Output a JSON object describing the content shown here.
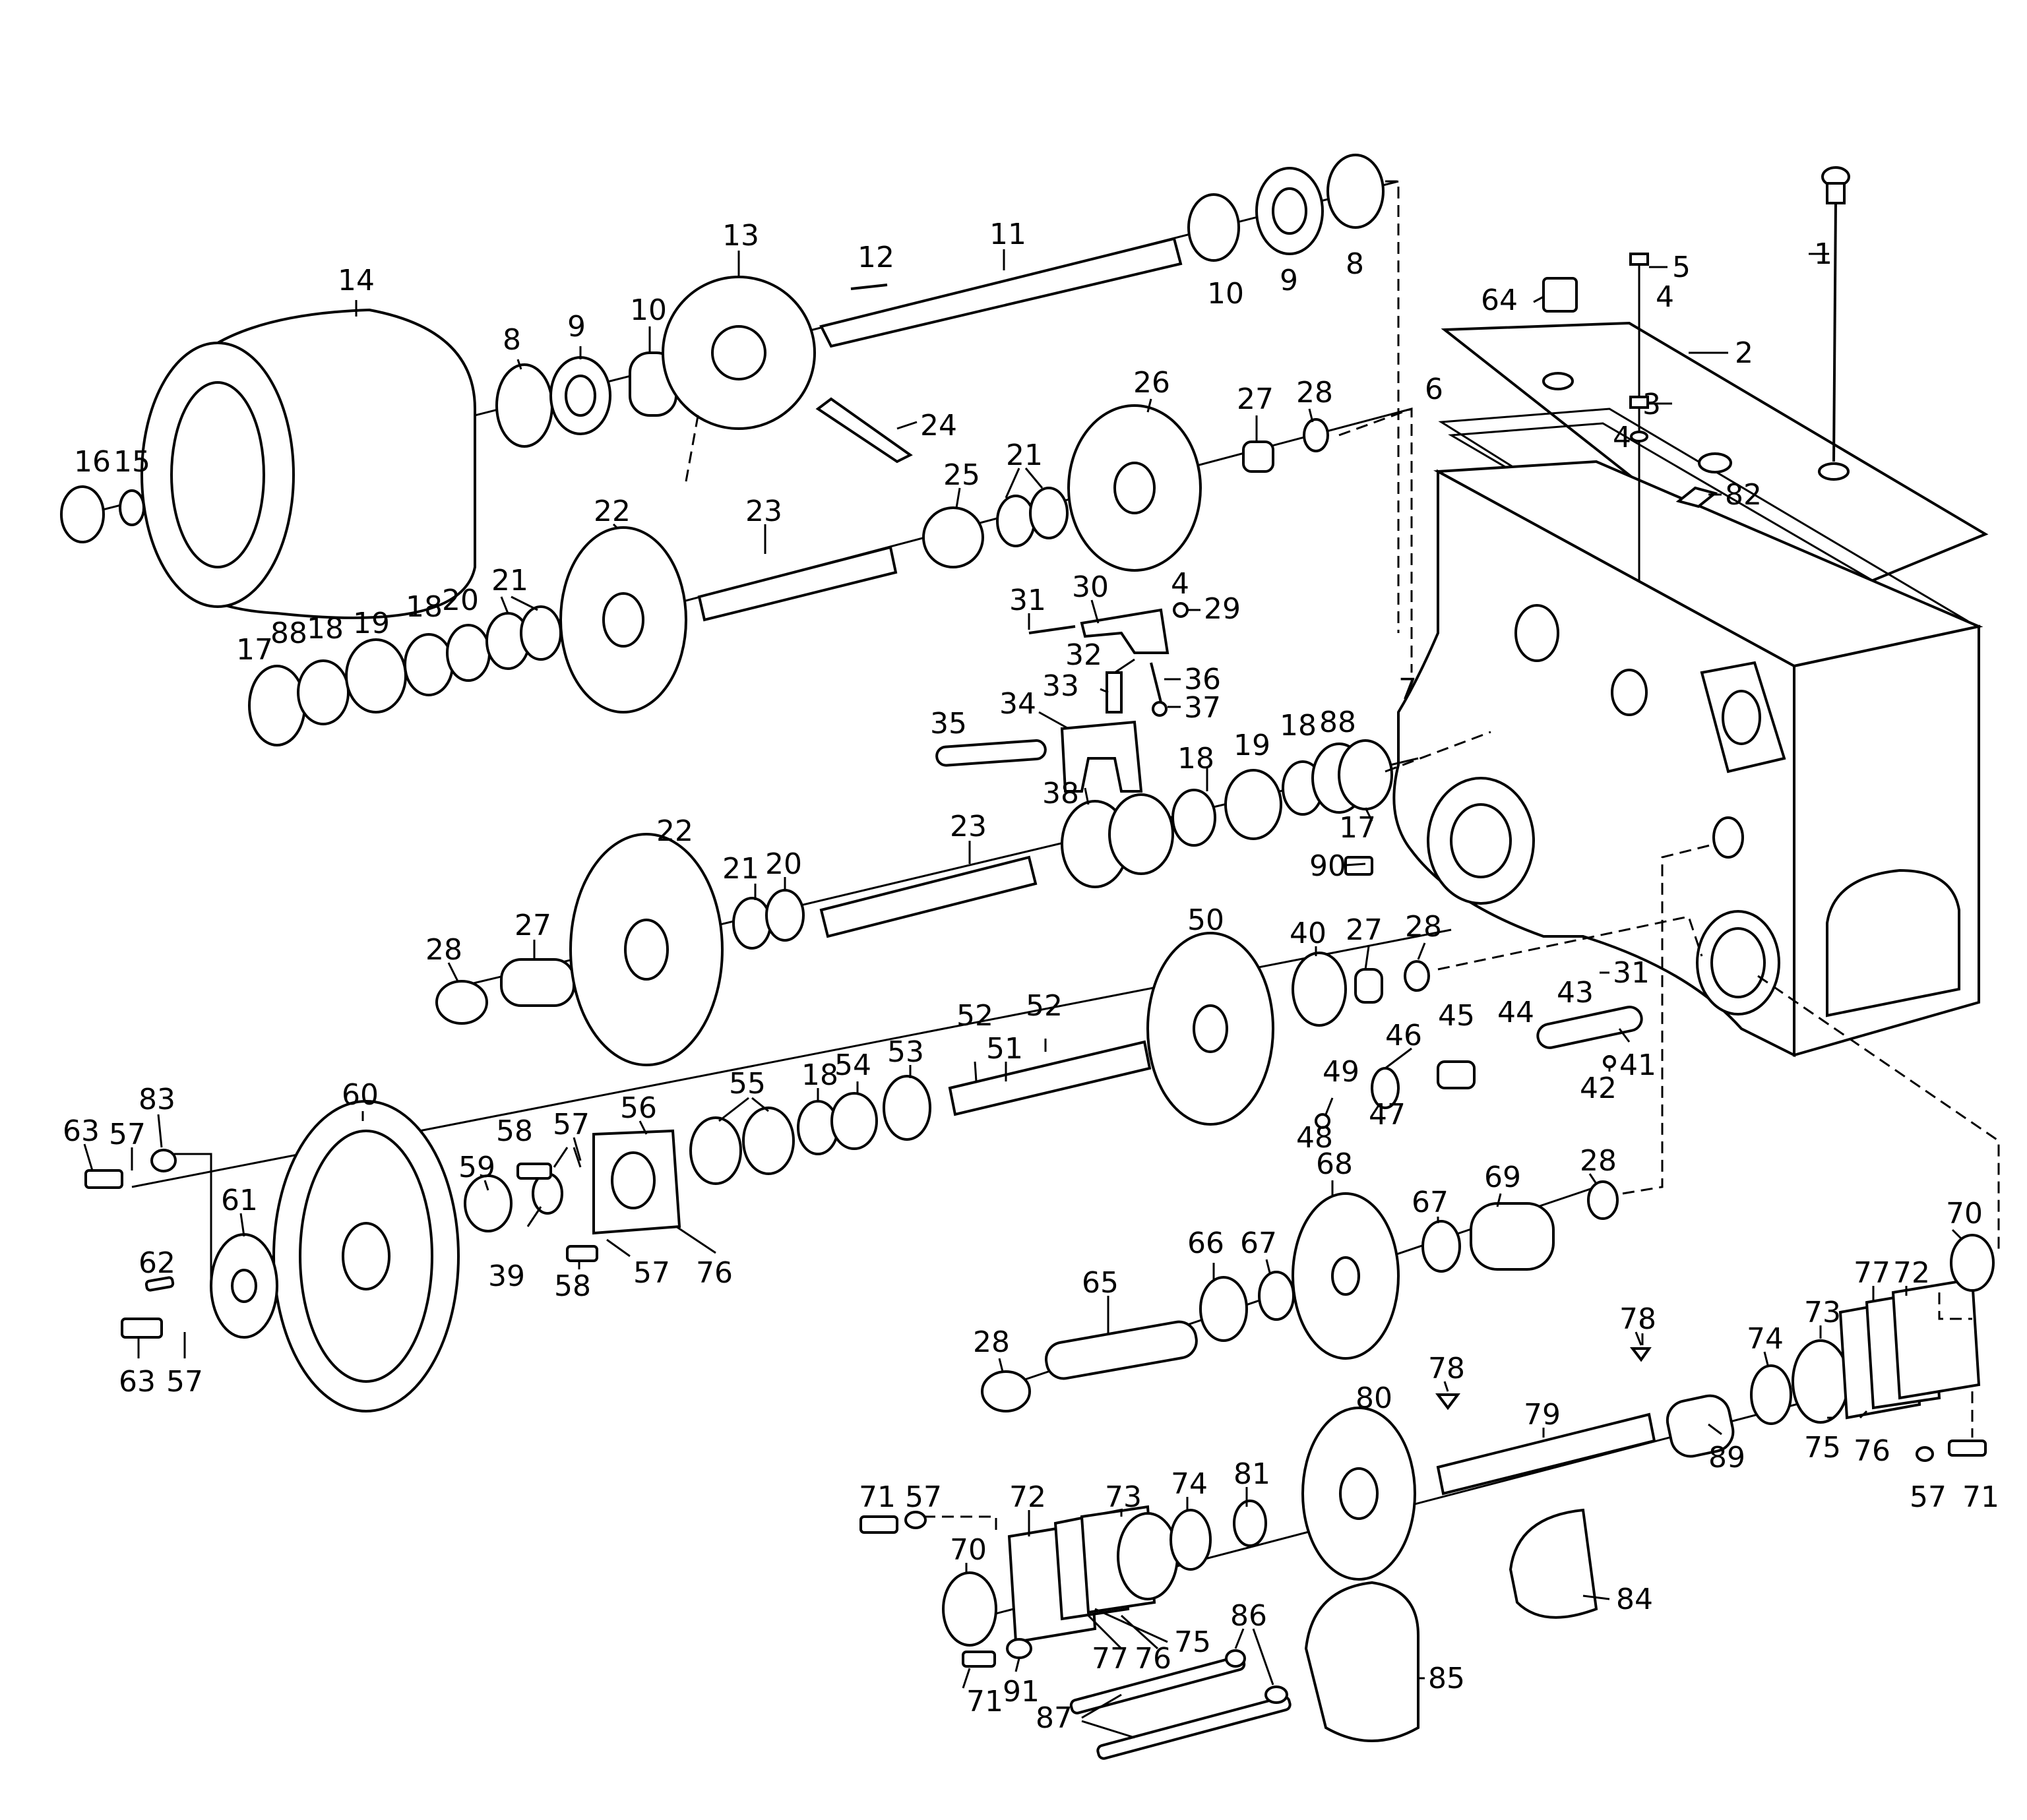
{
  "labels": {
    "p1": "1",
    "p2": "2",
    "p3": "3",
    "p4a": "4",
    "p4b": "4",
    "p4c": "4",
    "p5": "5",
    "p6": "6",
    "p7": "7",
    "p8a": "8",
    "p8b": "8",
    "p9a": "9",
    "p9b": "9",
    "p10a": "10",
    "p10b": "10",
    "p11": "11",
    "p12": "12",
    "p13": "13",
    "p14": "14",
    "p15": "15",
    "p16": "16",
    "p17a": "17",
    "p17b": "17",
    "p18a": "18",
    "p18b": "18",
    "p18c": "18",
    "p18d": "18",
    "p18e": "18",
    "p19a": "19",
    "p19b": "19",
    "p20a": "20",
    "p20b": "20",
    "p21a": "21",
    "p21b": "21",
    "p21c": "21",
    "p22a": "22",
    "p22b": "22",
    "p23a": "23",
    "p23b": "23",
    "p24": "24",
    "p25": "25",
    "p26": "26",
    "p27a": "27",
    "p27b": "27",
    "p27c": "27",
    "p28a": "28",
    "p28b": "28",
    "p28c": "28",
    "p28d": "28",
    "p28e": "28",
    "p29": "29",
    "p30": "30",
    "p31a": "31",
    "p31b": "31",
    "p32": "32",
    "p33": "33",
    "p34": "34",
    "p35": "35",
    "p36": "36",
    "p37": "37",
    "p38": "38",
    "p39": "39",
    "p40": "40",
    "p41": "41",
    "p42": "42",
    "p43": "43",
    "p44": "44",
    "p45": "45",
    "p46": "46",
    "p47": "47",
    "p48": "48",
    "p49": "49",
    "p50": "50",
    "p51": "51",
    "p52a": "52",
    "p52b": "52",
    "p53": "53",
    "p54": "54",
    "p55": "55",
    "p56": "56",
    "p57a": "57",
    "p57b": "57",
    "p57c": "57",
    "p57d": "57",
    "p57e": "57",
    "p57f": "57",
    "p58a": "58",
    "p58b": "58",
    "p59": "59",
    "p60": "60",
    "p61": "61",
    "p62": "62",
    "p63a": "63",
    "p63b": "63",
    "p64": "64",
    "p65": "65",
    "p66": "66",
    "p67a": "67",
    "p67b": "67",
    "p68": "68",
    "p69": "69",
    "p70a": "70",
    "p70b": "70",
    "p71a": "71",
    "p71b": "71",
    "p71c": "71",
    "p72a": "72",
    "p72b": "72",
    "p73a": "73",
    "p73b": "73",
    "p74a": "74",
    "p74b": "74",
    "p75a": "75",
    "p75b": "75",
    "p76a": "76",
    "p76b": "76",
    "p76c": "76",
    "p77a": "77",
    "p77b": "77",
    "p78a": "78",
    "p78b": "78",
    "p79": "79",
    "p80": "80",
    "p81": "81",
    "p82": "82",
    "p83": "83",
    "p84": "84",
    "p85": "85",
    "p86": "86",
    "p87": "87",
    "p88a": "88",
    "p88b": "88",
    "p89": "89",
    "p90": "90",
    "p91": "91"
  }
}
